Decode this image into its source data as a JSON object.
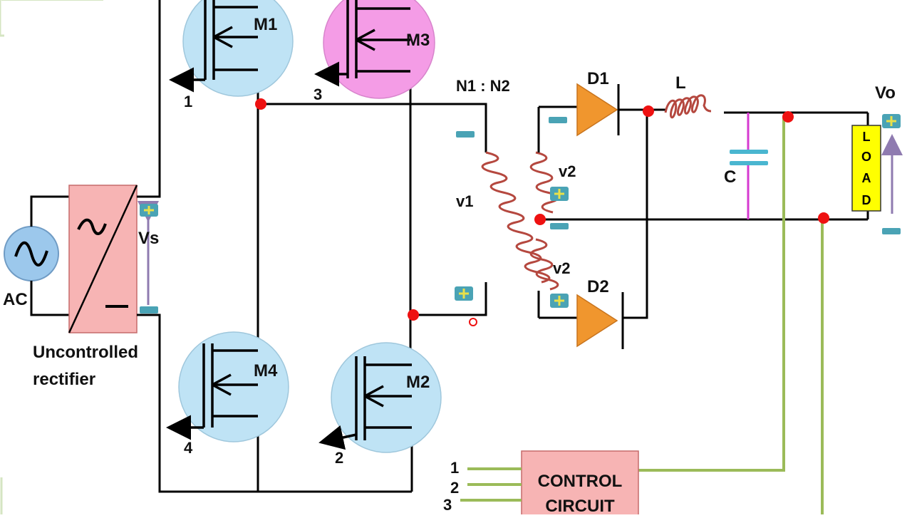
{
  "source": {
    "ac_label": "AC",
    "rectifier_caption_line1": "Uncontrolled",
    "rectifier_caption_line2": "rectifier",
    "vs_label": "Vs"
  },
  "switches": [
    {
      "name": "M1",
      "gate_number": "1",
      "color": "#bfe3f5"
    },
    {
      "name": "M3",
      "gate_number": "3",
      "color": "#f49ce6"
    },
    {
      "name": "M4",
      "gate_number": "4",
      "color": "#bfe3f5"
    },
    {
      "name": "M2",
      "gate_number": "2",
      "color": "#bfe3f5"
    }
  ],
  "transformer": {
    "ratio_label": "N1 : N2",
    "primary_label": "v1",
    "secondary_top_label": "v2",
    "secondary_bottom_label": "v2"
  },
  "output": {
    "diode_top": "D1",
    "diode_bottom": "D2",
    "inductor": "L",
    "capacitor": "C",
    "load_letters": [
      "L",
      "O",
      "A",
      "D"
    ],
    "vo_label": "Vo"
  },
  "control": {
    "line1": "CONTROL",
    "line2": "CIRCUIT",
    "inputs": [
      "1",
      "2",
      "3"
    ]
  },
  "colors": {
    "mosfet_blue": "#bfe3f5",
    "mosfet_pink": "#f49ce6",
    "node_red": "#ee1111",
    "diode_orange": "#f0962e",
    "coil_red": "#b5483f",
    "feedback_green": "#9bbb59",
    "load_yellow": "#ffff00",
    "sign_teal": "#4aa3b5",
    "sign_yellow": "#d7d94a",
    "capacitor_blue": "#4ab6d0",
    "capacitor_magenta": "#d63ad0"
  }
}
